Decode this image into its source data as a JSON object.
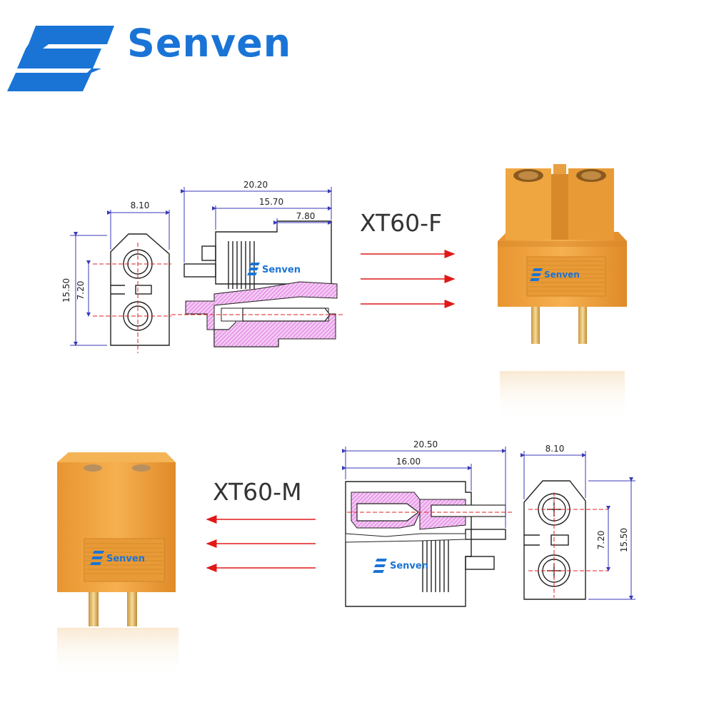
{
  "brand": {
    "name": "Senven",
    "watermark": "Senven",
    "color": "#1a74d6"
  },
  "connector_f": {
    "label": "XT60-F",
    "dims": {
      "width": "8.10",
      "height": "15.50",
      "pitch": "7.20",
      "total_length": "20.20",
      "body_length": "15.70",
      "pin_length": "7.80"
    }
  },
  "connector_m": {
    "label": "XT60-M",
    "dims": {
      "total_length": "20.50",
      "body_length": "16.00",
      "width": "8.10",
      "pitch": "7.20",
      "height": "15.50"
    }
  },
  "colors": {
    "drawing_line": "#222222",
    "dimension_line": "#3a3ab8",
    "hatch": "#e070e0",
    "center_line": "#e02020",
    "arrow": "#e01818",
    "housing": "#f0a640",
    "housing_dark": "#d88a2a",
    "pin": "#e8c070"
  },
  "icons": [
    "senven-logo-icon",
    "arrow-right-icon",
    "arrow-left-icon"
  ]
}
